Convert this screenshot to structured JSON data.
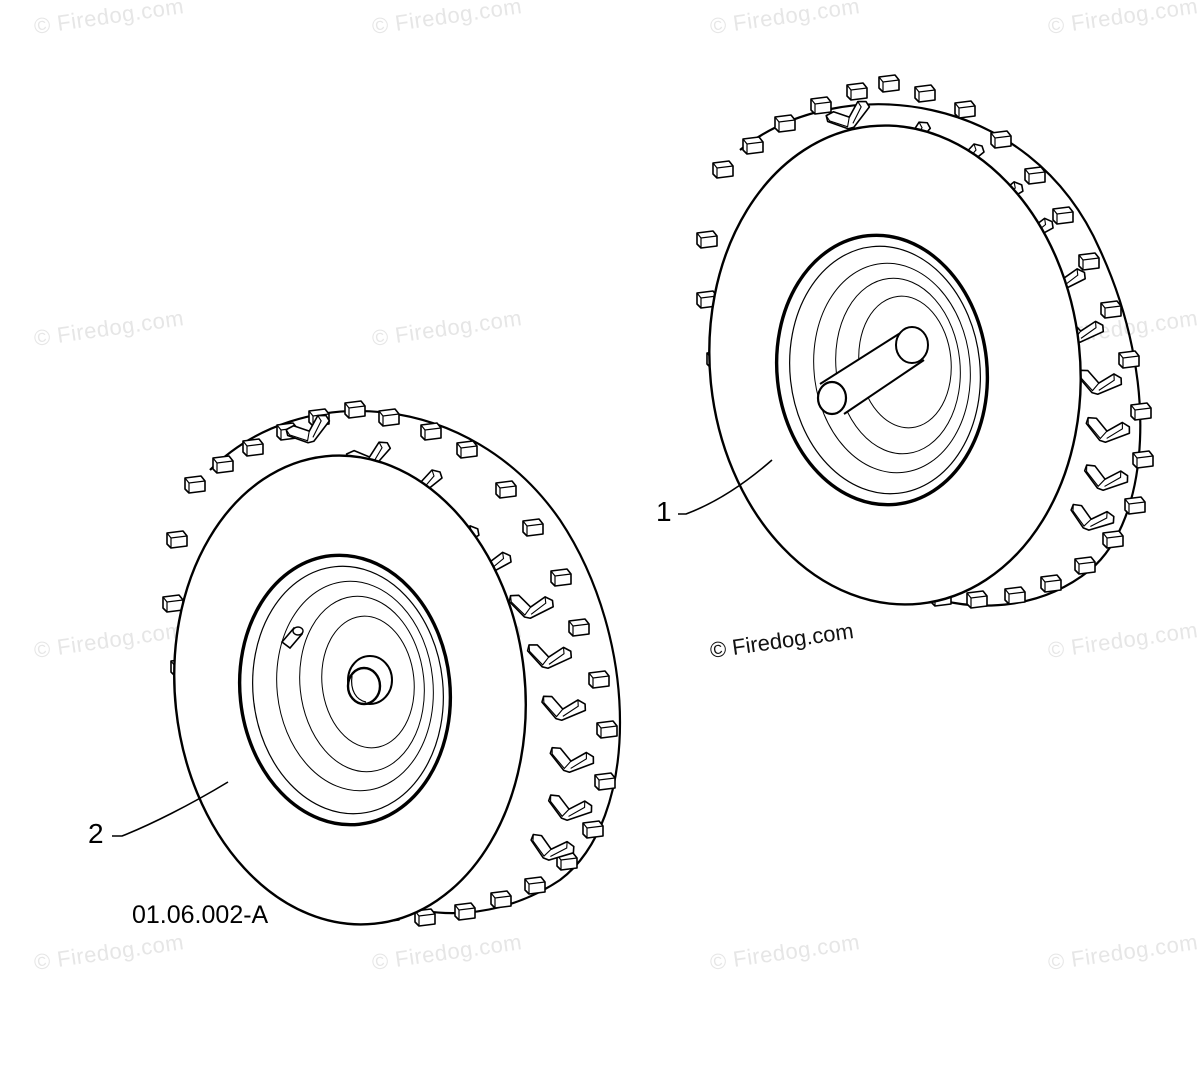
{
  "diagram": {
    "figure_id": "01.06.002-A",
    "callouts": [
      {
        "label": "1",
        "part": "wheel-right"
      },
      {
        "label": "2",
        "part": "wheel-left"
      }
    ],
    "copyright_text": "© Firedog.com",
    "watermark_text": "© Firedog.com",
    "colors": {
      "line": "#000000",
      "background": "#ffffff",
      "watermark": "#e6e6e6"
    }
  }
}
